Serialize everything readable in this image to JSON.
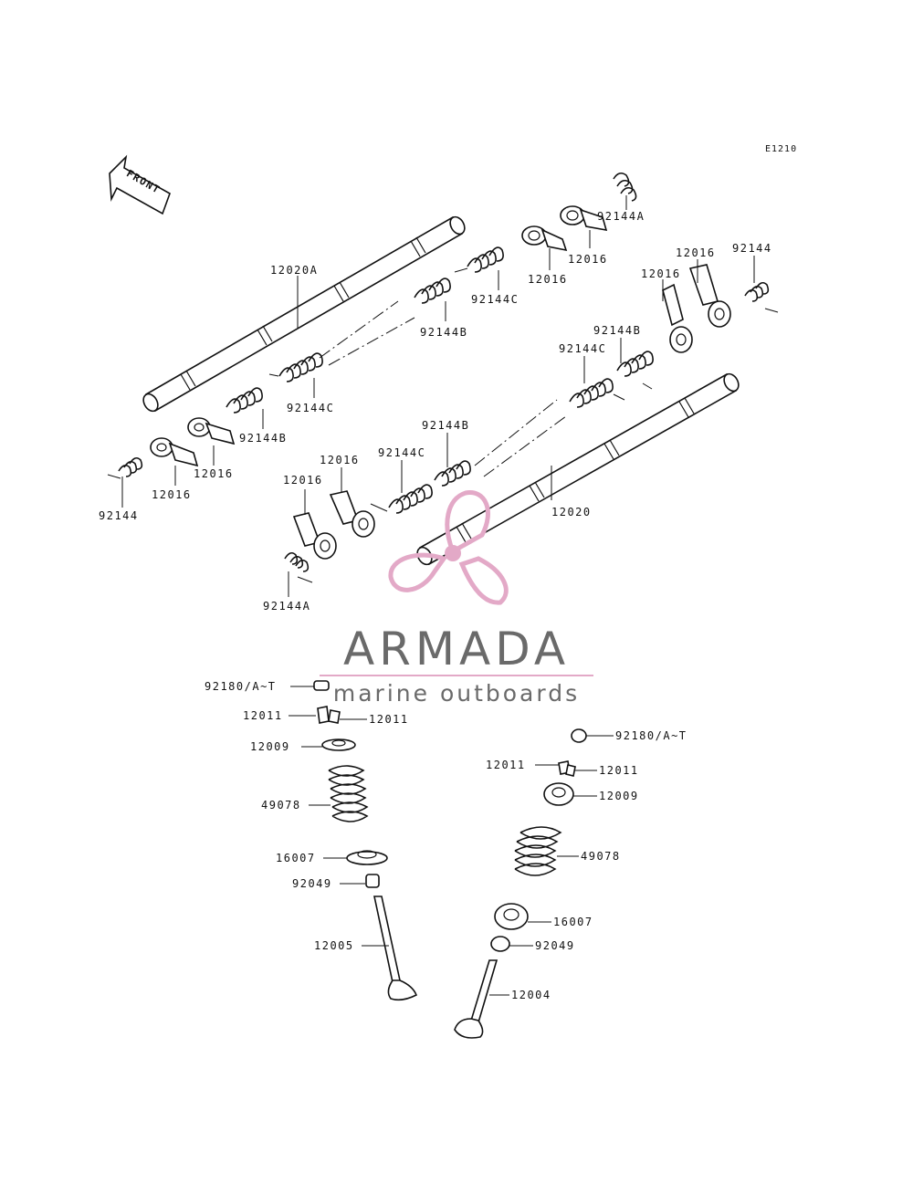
{
  "diagram": {
    "code": "E1210",
    "front_label": "FRONT",
    "labels": {
      "shaft_a": "12020A",
      "shaft_b": "12020",
      "spring_a1": "92144A",
      "spring_a2": "92144A",
      "spring_p1": "92144",
      "spring_p2": "92144",
      "spring_b1": "92144B",
      "spring_b2": "92144B",
      "spring_b3": "92144B",
      "spring_b4": "92144B",
      "spring_c1": "92144C",
      "spring_c2": "92144C",
      "spring_c3": "92144C",
      "spring_c4": "92144C",
      "arm1": "12016",
      "arm2": "12016",
      "arm3": "12016",
      "arm4": "12016",
      "arm5": "12016",
      "arm6": "12016",
      "arm7": "12016",
      "arm8": "12016",
      "cotter_l": "92180/A~T",
      "cotter_r": "92180/A~T",
      "keeper_l1": "12011",
      "keeper_l2": "12011",
      "keeper_r1": "12011",
      "keeper_r2": "12011",
      "retainer_l": "12009",
      "retainer_r": "12009",
      "valvespring_l": "49078",
      "valvespring_r": "49078",
      "seat_l": "16007",
      "seat_r": "16007",
      "seal_l": "92049",
      "seal_r": "92049",
      "valve_l": "12005",
      "valve_r": "12004"
    }
  },
  "brand": {
    "name": "ARMADA",
    "tagline": "marine outboards",
    "accent_color": "#e3a9c7",
    "text_color": "#6a6a6a"
  }
}
